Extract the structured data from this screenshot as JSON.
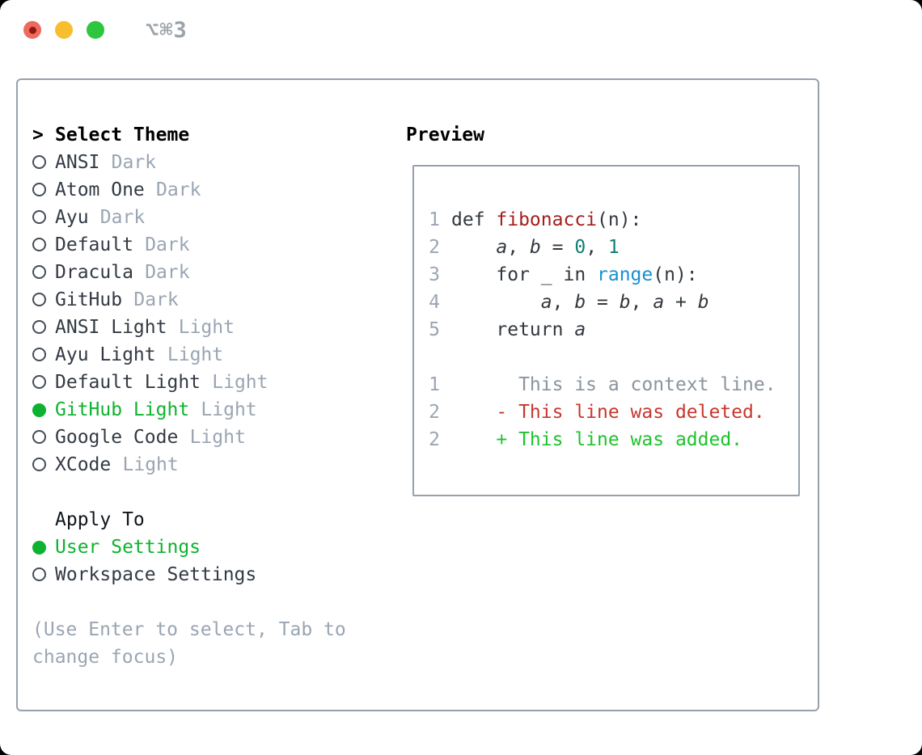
{
  "titlebar": {
    "shortcut": "⌥⌘3"
  },
  "colors": {
    "accent_green": "#0db32e",
    "diff_red": "#c8372d",
    "diff_green": "#1ec32d",
    "code_red": "#a61d1e",
    "code_teal": "#0f7e72",
    "code_blue": "#1690d2",
    "muted_gray": "#9aa5b3",
    "border_gray": "#97a1ac"
  },
  "theme_menu": {
    "header_prefix": ">",
    "header": "Select Theme",
    "items": [
      {
        "name": "ANSI",
        "variant": "Dark",
        "selected": false
      },
      {
        "name": "Atom One",
        "variant": "Dark",
        "selected": false
      },
      {
        "name": "Ayu",
        "variant": "Dark",
        "selected": false
      },
      {
        "name": "Default",
        "variant": "Dark",
        "selected": false
      },
      {
        "name": "Dracula",
        "variant": "Dark",
        "selected": false
      },
      {
        "name": "GitHub",
        "variant": "Dark",
        "selected": false
      },
      {
        "name": "ANSI Light",
        "variant": "Light",
        "selected": false
      },
      {
        "name": "Ayu Light",
        "variant": "Light",
        "selected": false
      },
      {
        "name": "Default Light",
        "variant": "Light",
        "selected": false
      },
      {
        "name": "GitHub Light",
        "variant": "Light",
        "selected": true
      },
      {
        "name": "Google Code",
        "variant": "Light",
        "selected": false
      },
      {
        "name": "XCode",
        "variant": "Light",
        "selected": false
      }
    ]
  },
  "apply_to": {
    "header": "Apply To",
    "options": [
      {
        "name": "User Settings",
        "selected": true
      },
      {
        "name": "Workspace Settings",
        "selected": false
      }
    ]
  },
  "help_text": "(Use Enter to select, Tab to change focus)",
  "preview": {
    "title": "Preview",
    "code_lines": [
      {
        "num": "1",
        "segments": [
          {
            "t": "def ",
            "c": "fg"
          },
          {
            "t": "fibonacci",
            "c": "red"
          },
          {
            "t": "(n):",
            "c": "fg"
          }
        ]
      },
      {
        "num": "2",
        "segments": [
          {
            "t": "    ",
            "c": "fg"
          },
          {
            "t": "a",
            "c": "var"
          },
          {
            "t": ", ",
            "c": "fg"
          },
          {
            "t": "b",
            "c": "var"
          },
          {
            "t": " = ",
            "c": "fg"
          },
          {
            "t": "0",
            "c": "teal"
          },
          {
            "t": ", ",
            "c": "fg"
          },
          {
            "t": "1",
            "c": "teal"
          }
        ]
      },
      {
        "num": "3",
        "segments": [
          {
            "t": "    for _ in ",
            "c": "fg"
          },
          {
            "t": "range",
            "c": "blue"
          },
          {
            "t": "(n):",
            "c": "fg"
          }
        ]
      },
      {
        "num": "4",
        "segments": [
          {
            "t": "        ",
            "c": "fg"
          },
          {
            "t": "a",
            "c": "var"
          },
          {
            "t": ", ",
            "c": "fg"
          },
          {
            "t": "b",
            "c": "var"
          },
          {
            "t": " = ",
            "c": "fg"
          },
          {
            "t": "b",
            "c": "var"
          },
          {
            "t": ", ",
            "c": "fg"
          },
          {
            "t": "a",
            "c": "var"
          },
          {
            "t": " + ",
            "c": "fg"
          },
          {
            "t": "b",
            "c": "var"
          }
        ]
      },
      {
        "num": "5",
        "segments": [
          {
            "t": "    return ",
            "c": "fg"
          },
          {
            "t": "a",
            "c": "var"
          }
        ]
      },
      {
        "num": "",
        "segments": []
      },
      {
        "num": "1",
        "segments": [
          {
            "t": "      This is a context line.",
            "c": "ctx"
          }
        ]
      },
      {
        "num": "2",
        "segments": [
          {
            "t": "    - This line was deleted.",
            "c": "del"
          }
        ]
      },
      {
        "num": "2",
        "segments": [
          {
            "t": "    + This line was added.",
            "c": "add"
          }
        ]
      }
    ]
  }
}
